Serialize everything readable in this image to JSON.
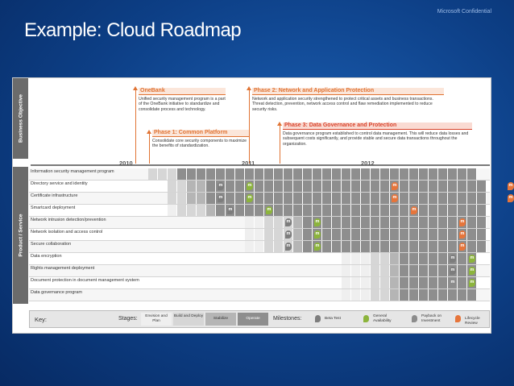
{
  "header": {
    "confidential": "Microsoft Confidential",
    "title": "Example: Cloud Roadmap"
  },
  "sidebar": {
    "objective": "Business Objective",
    "product": "Product / Service"
  },
  "phases": {
    "onebank_title": "OneBank",
    "onebank_text": "Unified security management program is a part of the OneBank initiative to standardize and consolidate process and technology.",
    "phase1_title": "Phase 1: Common Platform",
    "phase1_text": "Consolidate core security components to maximize the benefits of standardization.",
    "phase2_title": "Phase 2: Network and Application Protection",
    "phase2_text": "Network and application security strengthened to protect critical assets and business transactions. Threat detection, prevention, network access control and flaw remediation implemented to reduce security risks.",
    "phase3_title": "Phase 3: Data Governance and Protection",
    "phase3_text": "Data governance program established to control data management. This will reduce data losses and subsequent costs significantly, and provide stable and secure data transactions throughout the organization."
  },
  "years": [
    "2010",
    "2011",
    "2012"
  ],
  "rows": [
    {
      "label": "Information security management program"
    },
    {
      "label": "Directory service and identity"
    },
    {
      "label": "Certificate infrastructure"
    },
    {
      "label": "Smartcard deployment"
    },
    {
      "label": "Network intrusion detection/prevention"
    },
    {
      "label": "Network isolation and access control"
    },
    {
      "label": "Secure collaboration"
    },
    {
      "label": "Data encryption"
    },
    {
      "label": "Rights management deployment"
    },
    {
      "label": "Document protection in document management system"
    },
    {
      "label": "Data governance program"
    }
  ],
  "key": {
    "label": "Key:",
    "stages_label": "Stages:",
    "stages": [
      "Envision and Plan",
      "Build and Deploy",
      "Stabilize",
      "Operate"
    ],
    "milestones_label": "Milestones:",
    "milestones": [
      "Beta Test",
      "General Availability",
      "Payback on Investment",
      "Lifecycle Review"
    ]
  },
  "colors": {
    "envision": "#efefef",
    "build": "#d6d6d6",
    "stabilize": "#b5b5b5",
    "operate": "#8e8e8e",
    "accent": "#e07333"
  },
  "milestone_marker_letter": "m"
}
